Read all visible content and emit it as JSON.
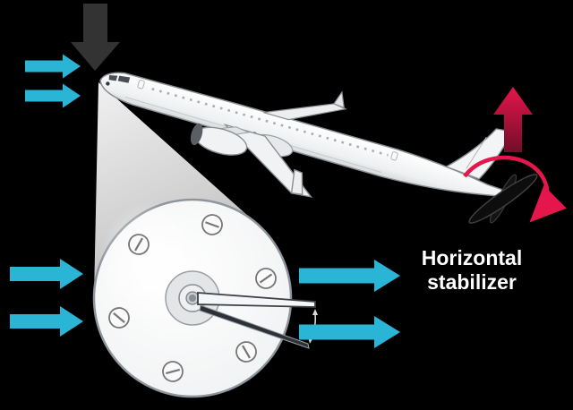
{
  "colors": {
    "background": "#000000",
    "cyan": "#2ab5d6",
    "red": "#e5164b",
    "red_dark": "#6f0d28",
    "dark_arrow": "#333333",
    "text": "#ffffff"
  },
  "labels": {
    "stabilizer_line1": "Horizontal",
    "stabilizer_line2": "stabilizer"
  },
  "icons": {
    "downforce_arrow": "black-down-arrow",
    "lift_arrow": "red-up-arrow",
    "rotation_arrow": "red-curved-rotation-arrow",
    "airflow_arrows": "cyan-right-arrows",
    "magnifier": "aoa-sensor-closeup",
    "aircraft": "airliner-side-profile"
  }
}
